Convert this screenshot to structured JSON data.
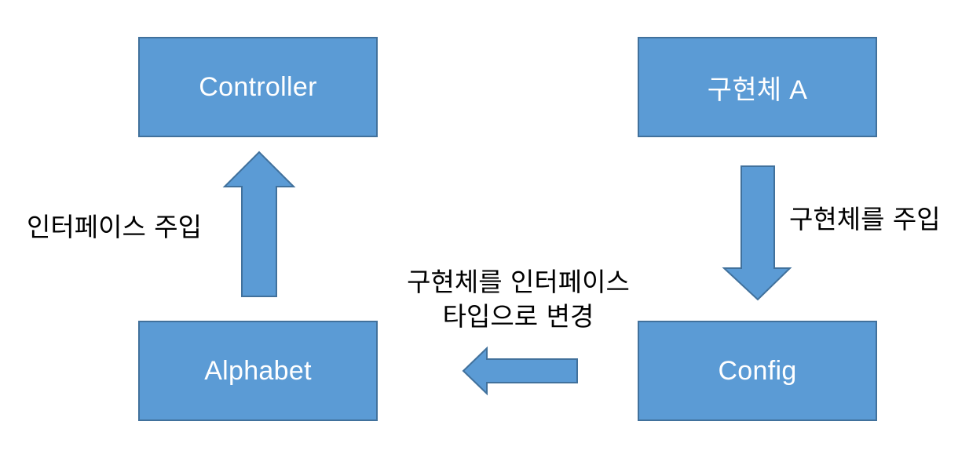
{
  "boxes": {
    "controller": "Controller",
    "impl_a": "구현체 A",
    "alphabet": "Alphabet",
    "config": "Config"
  },
  "labels": {
    "interface_inject": "인터페이스 주입",
    "impl_inject": "구현체를 주입",
    "change_type_line1": "구현체를 인터페이스",
    "change_type_line2": "타입으로 변경"
  },
  "colors": {
    "box_fill": "#5b9bd5",
    "box_border": "#41719c",
    "box_text": "#ffffff",
    "label_text": "#000000"
  }
}
